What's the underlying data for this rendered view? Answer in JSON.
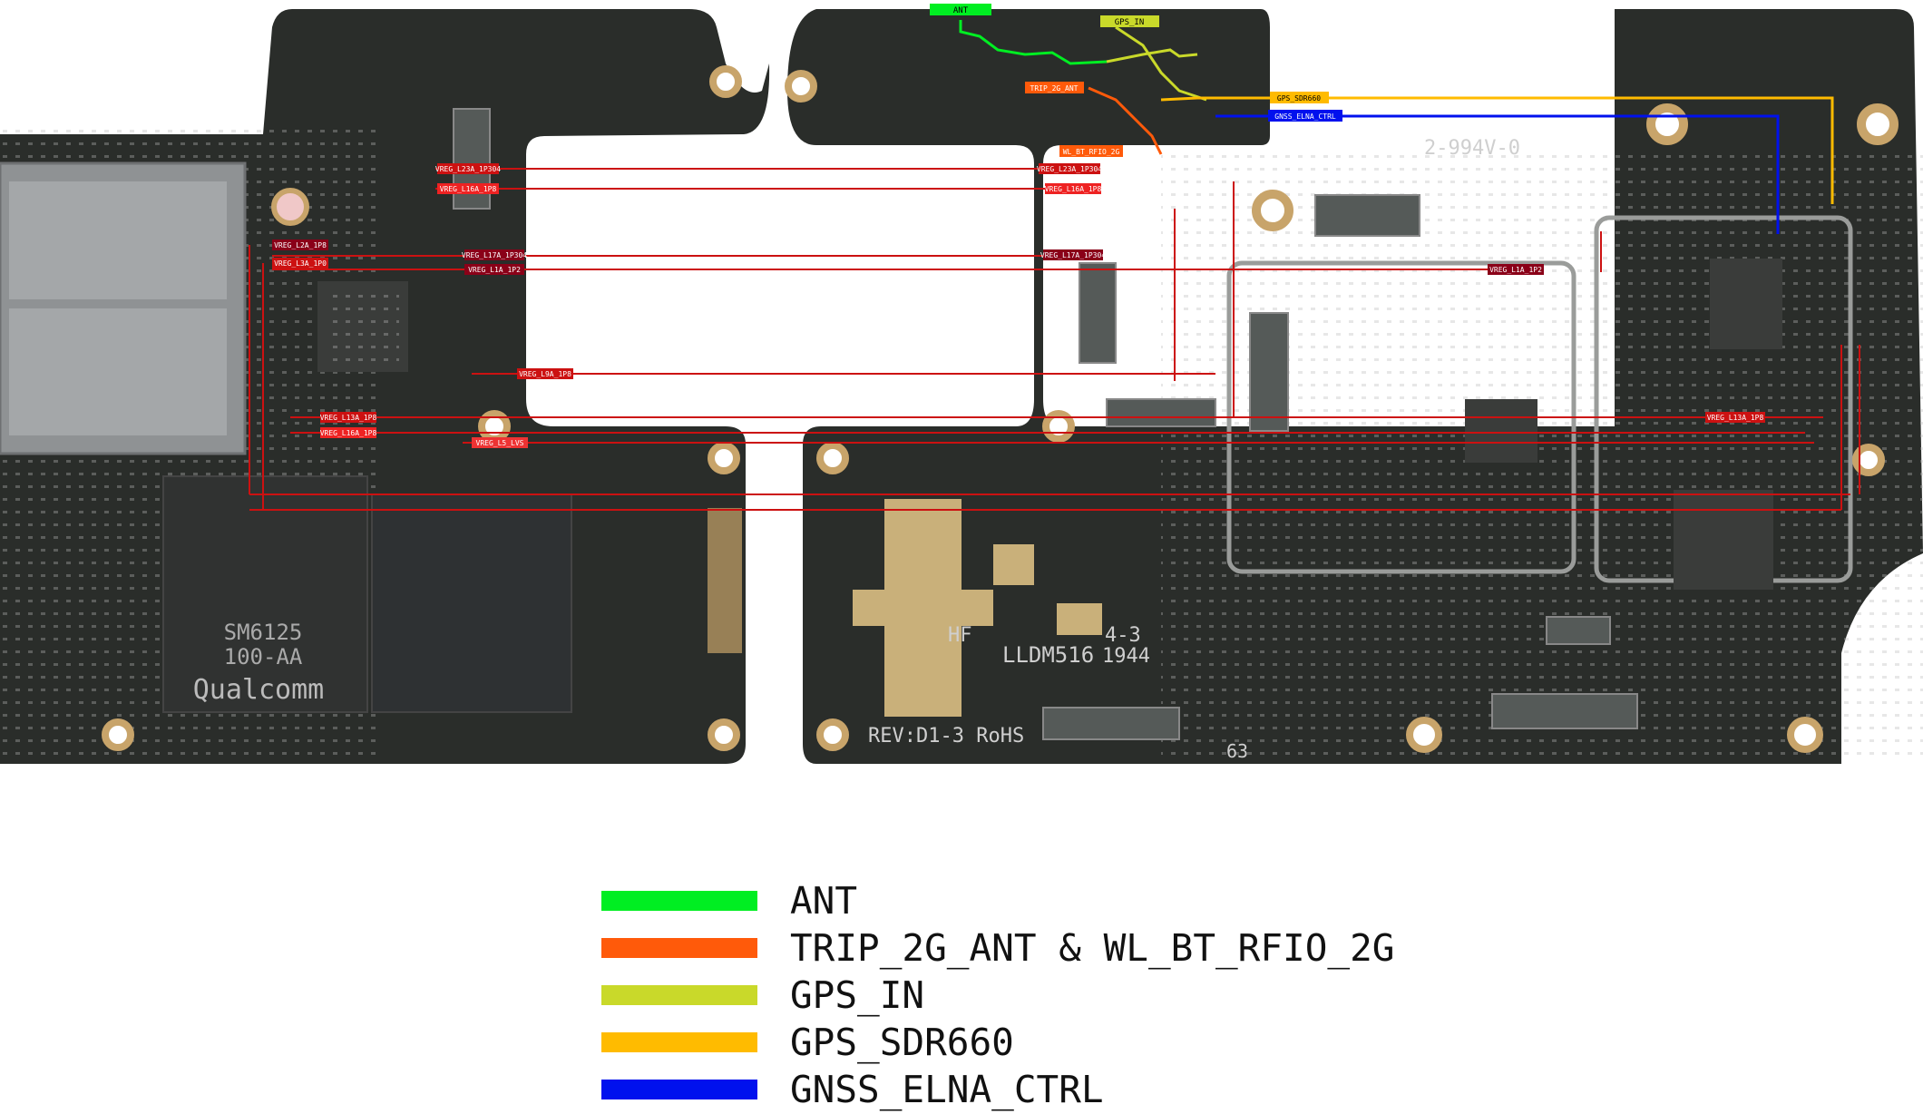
{
  "legend": [
    {
      "label": "ANT",
      "color": "#00ee22"
    },
    {
      "label": "TRIP_2G_ANT & WL_BT_RFIO_2G",
      "color": "#ff5a0a"
    },
    {
      "label": "GPS_IN",
      "color": "#c9d92a"
    },
    {
      "label": "GPS_SDR660",
      "color": "#ffbb00"
    },
    {
      "label": "GNSS_ELNA_CTRL",
      "color": "#0011ee"
    }
  ],
  "net_tags": {
    "ant": "ANT",
    "gps_in": "GPS_IN",
    "trip_2g_ant": "TRIP_2G_ANT",
    "wl_bt_rfio_2g": "WL_BT_RFIO_2G",
    "gps_sdr660": "GPS_SDR660",
    "gnss_elna_ctrl": "GNSS_ELNA_CTRL",
    "vreg_l23a_left": "VREG_L23A_1P304",
    "vreg_l16a_left": "VREG_L16A_1P8",
    "vreg_l2a_left": "VREG_L2A_1P8",
    "vreg_l3a_left": "VREG_L3A_1P0",
    "vreg_l17a_left": "VREG_L17A_1P304",
    "vreg_l1a_left": "VREG_L1A_1P2",
    "vreg_l9a_left": "VREG_L9A_1P8",
    "vreg_l13a_left": "VREG_L13A_1P8",
    "vreg_l16a_left2": "VREG_L16A_1P8",
    "vreg_l5_left": "VREG_L5_LVS",
    "vreg_l23a_right": "VREG_L23A_1P304",
    "vreg_l16a_right": "VREG_L16A_1P8",
    "vreg_l17a_right": "VREG_L17A_1P304",
    "vreg_l1a_right": "VREG_L1A_1P2",
    "vreg_l13a_right": "VREG_L13A_1P8"
  },
  "silkscreen": {
    "rev": "REV:D1-3 RoHS",
    "model": "LLDM516",
    "date": "1944",
    "hf": "HF",
    "code43": "4-3",
    "board_id": "2-994V-0",
    "soc": "SM6125",
    "soc_rev": "100-AA",
    "brand": "Qualcomm",
    "page_num": "63"
  }
}
